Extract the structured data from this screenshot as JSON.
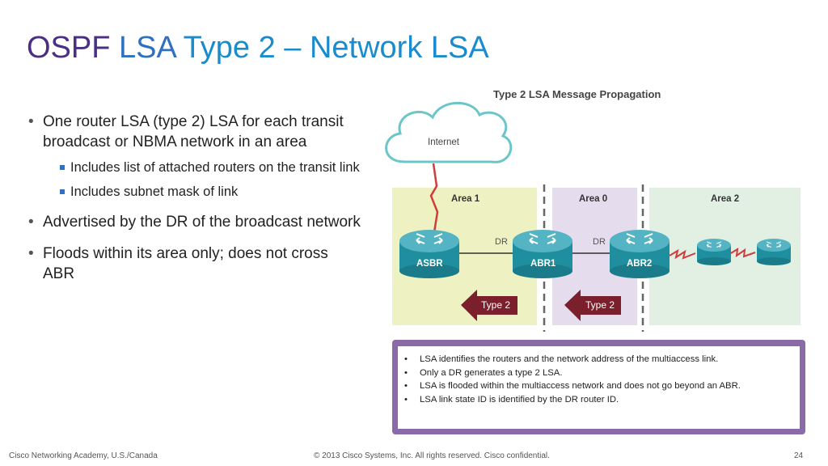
{
  "title": {
    "part1": "OSPF",
    "part2": "LSA",
    "part3": "Type 2",
    "part4": "– Network LSA"
  },
  "bullets": [
    {
      "text": "One router LSA (type 2) LSA for each transit broadcast or NBMA network in an area",
      "sub": [
        "Includes list of attached routers on the transit link",
        "Includes subnet mask of link"
      ]
    },
    {
      "text": "Advertised by the DR of the broadcast network",
      "sub": []
    },
    {
      "text": "Floods within its area only; does not cross ABR",
      "sub": []
    }
  ],
  "diagram": {
    "title": "Type 2 LSA Message Propagation",
    "cloud_label": "Internet",
    "areas": [
      "Area 1",
      "Area 0",
      "Area 2"
    ],
    "routers": [
      "ASBR",
      "ABR1",
      "ABR2"
    ],
    "dr_labels": [
      "DR",
      "DR"
    ],
    "arrows": [
      "Type 2",
      "Type 2"
    ],
    "notes": [
      "LSA identifies the routers and the network address of the multiaccess link.",
      "Only a DR generates a type 2 LSA.",
      "LSA is flooded within the multiaccess network and does not go beyond an ABR.",
      "LSA link state ID is identified by the DR router ID."
    ]
  },
  "footer": {
    "left": "Cisco Networking Academy, U.S./Canada",
    "center": "© 2013 Cisco Systems, Inc. All rights reserved. Cisco confidential.",
    "page": "24"
  },
  "colors": {
    "title_purple": "#4a2f85",
    "title_blue": "#1a8ccd",
    "area1": "#eef1c2",
    "area0": "#e5dced",
    "area2": "#e2f0e4",
    "router": "#1f8fa0",
    "arrow": "#7a1f2b",
    "note_border": "#8b6aa8"
  }
}
